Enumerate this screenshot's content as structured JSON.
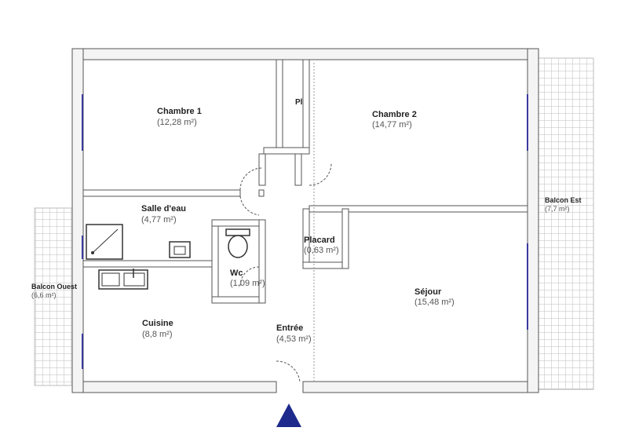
{
  "rooms": {
    "chambre1": {
      "name": "Chambre 1",
      "area": "(12,28 m²)"
    },
    "chambre2": {
      "name": "Chambre 2",
      "area": "(14,77 m²)"
    },
    "placard_pl": {
      "name": "Pl"
    },
    "salle_eau": {
      "name": "Salle d'eau",
      "area": "(4,77 m²)"
    },
    "placard": {
      "name": "Placard",
      "area": "(0,63 m²)"
    },
    "wc": {
      "name": "Wc",
      "area": "(1,09 m²)"
    },
    "sejour": {
      "name": "Séjour",
      "area": "(15,48 m²)"
    },
    "cuisine": {
      "name": "Cuisine",
      "area": "(8,8 m²)"
    },
    "entree": {
      "name": "Entrée",
      "area": "(4,53 m²)"
    },
    "balcon_est": {
      "name": "Balcon Est",
      "area": "(7,7 m²)"
    },
    "balcon_ouest": {
      "name": "Balcon Ouest",
      "area": "(6,6 m²)"
    }
  },
  "colors": {
    "wall": "#7a7a7a",
    "wall_line": "#555555",
    "window": "#3a3aa0",
    "balcony_grid": "#bdbdbd",
    "entrance_arrow": "#1e2a8c"
  },
  "icons": {
    "entrance": "entrance-arrow-icon",
    "shower": "shower-icon",
    "sink": "sink-icon",
    "toilet": "toilet-icon",
    "kitchen_sink": "kitchen-sink-icon"
  }
}
